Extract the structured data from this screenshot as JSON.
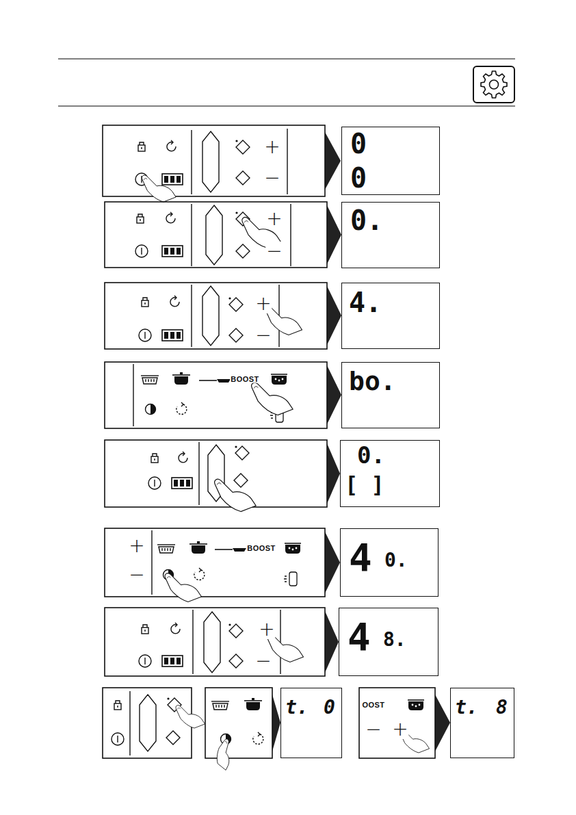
{
  "diagram": {
    "nodes": [
      {
        "text": [
          "0",
          "0"
        ]
      },
      {
        "text": [
          "0."
        ]
      },
      {
        "text": [
          "4."
        ]
      },
      {
        "text": [
          "bo."
        ]
      },
      {
        "text": [
          "0.",
          "[ ]"
        ]
      },
      {
        "text": [
          "4",
          "0."
        ]
      },
      {
        "text": [
          "4",
          "8."
        ]
      },
      {
        "text": [
          "t.",
          "0"
        ]
      },
      {
        "text": [
          "t.",
          "8"
        ]
      }
    ],
    "labels": [
      "+",
      "−",
      "+",
      "−",
      "+",
      "−",
      "BOOST",
      "+",
      "−",
      "BOOST",
      "+",
      "−",
      "OOST",
      "−",
      "+"
    ]
  }
}
